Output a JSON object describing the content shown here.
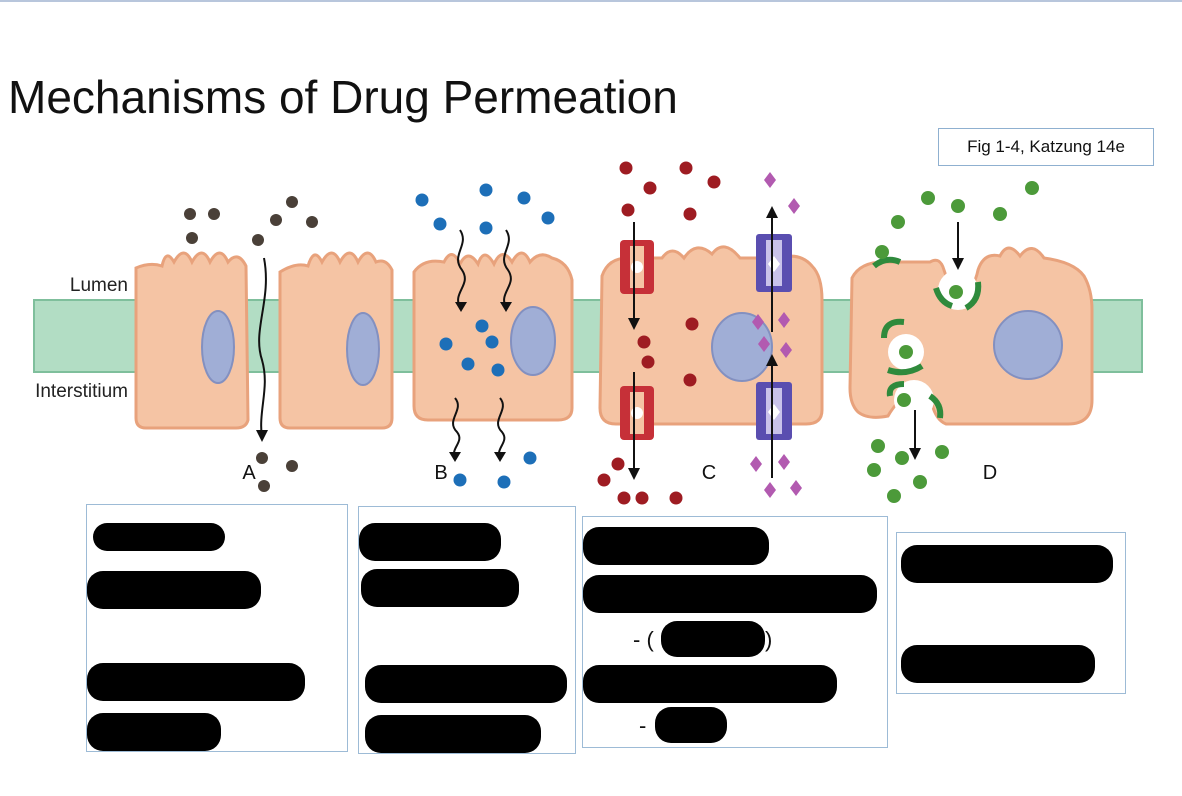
{
  "title": "Mechanisms of Drug Permeation",
  "citation": "Fig 1-4, Katzung 14e",
  "labels": {
    "lumen": "Lumen",
    "interstitium": "Interstitium",
    "panel_a": "A",
    "panel_b": "B",
    "panel_c": "C",
    "panel_d": "D"
  },
  "colors": {
    "membrane": "#b2ddc4",
    "cell": "#f5c4a4",
    "cell_outline": "#e8a27c",
    "nucleus": "#a0aed6",
    "particle_a": "#4a4038",
    "particle_b": "#1d6fb8",
    "particle_c": "#9e1c22",
    "particle_c_diamond": "#b25ab0",
    "particle_d": "#4c9a3a",
    "carrier_red": "#c63038",
    "carrier_blue": "#5a4eb0",
    "vesicle_green": "#2f8a3c",
    "redaction": "#000000"
  },
  "redacted_fragments": {
    "c_line3": "- (",
    "c_line3_close": ")",
    "c_line5": "-"
  }
}
